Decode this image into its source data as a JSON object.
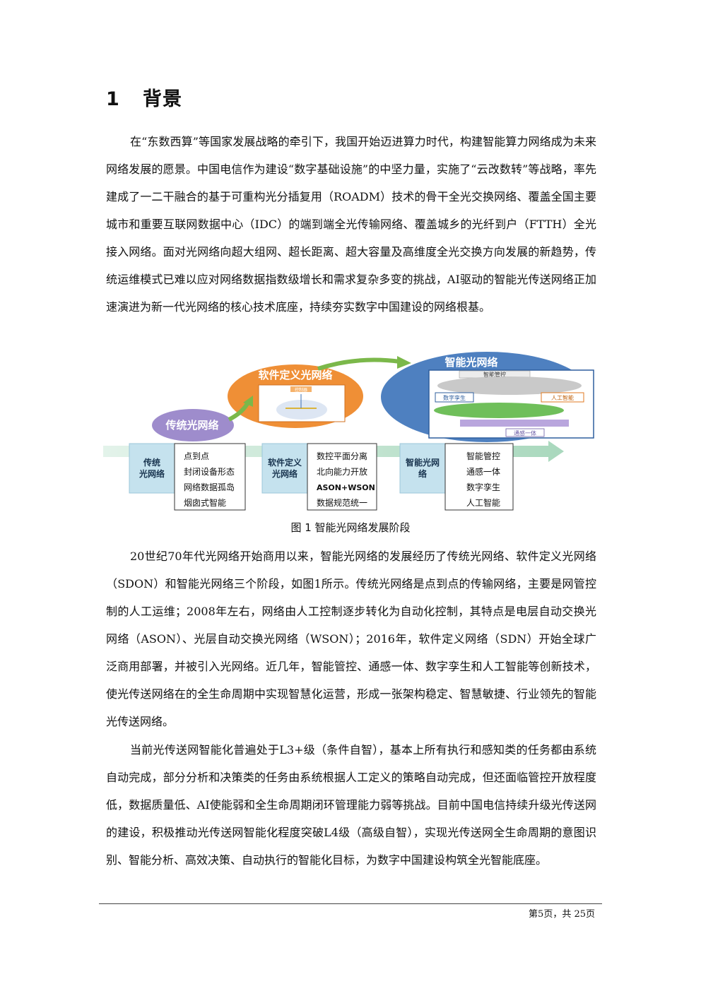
{
  "section": {
    "number": "1",
    "title": "背景"
  },
  "paragraphs": [
    "在“东数西算”等国家发展战略的牵引下，我国开始迈进算力时代，构建智能算力网络成为未来网络发展的愿景。中国电信作为建设“数字基础设施”的中坚力量，实施了“云改数转”等战略，率先建成了一二干融合的基于可重构光分插复用（ROADM）技术的骨干全光交换网络、覆盖全国主要城市和重要互联网数据中心（IDC）的端到端全光传输网络、覆盖城乡的光纤到户（FTTH）全光接入网络。面对光网络向超大组网、超长距离、超大容量及高维度全光交换方向发展的新趋势，传统运维模式已难以应对网络数据指数级增长和需求复杂多变的挑战，AI驱动的智能光传送网络正加速演进为新一代光网络的核心技术底座，持续夯实数字中国建设的网络根基。",
    "20世纪70年代光网络开始商用以来，智能光网络的发展经历了传统光网络、软件定义光网络（SDON）和智能光网络三个阶段，如图1所示。传统光网络是点到点的传输网络，主要是网管控制的人工运维；2008年左右，网络由人工控制逐步转化为自动化控制，其特点是电层自动交换光网络（ASON）、光层自动交换光网络（WSON）；2016年，软件定义网络（SDN）开始全球广泛商用部署，并被引入光网络。近几年，智能管控、通感一体、数字孪生和人工智能等创新技术，使光传送网络在的全生命周期中实现智慧化运营，形成一张架构稳定、智慧敏捷、行业领先的智能光传送网络。",
    "当前光传送网智能化普遍处于L3+级（条件自智），基本上所有执行和感知类的任务都由系统自动完成，部分分析和决策类的任务由系统根据人工定义的策略自动完成，但还面临管控开放程度低，数据质量低、AI使能弱和全生命周期闭环管理能力弱等挑战。目前中国电信持续升级光传送网的建设，积极推动光传送网智能化程度突破L4级（高级自智），实现光传送网全生命周期的意图识别、智能分析、高效决策、自动执行的智能化目标，为数字中国建设构筑全光智能底座。"
  ],
  "figure": {
    "caption": "图 1  智能光网络发展阶段",
    "ellipses": {
      "traditional": "传统光网络",
      "sdon": "软件定义光网络",
      "sdon_inner": "控制器",
      "intelligent": "智能光网络",
      "top_bar": "智能管控",
      "twin": "数字孪生",
      "ai": "人工智能",
      "bottom_bar": "通感一体"
    },
    "stages": [
      {
        "name_line1": "传统",
        "name_line2": "光网络",
        "features": [
          "点到点",
          "封闭设备形态",
          "网络数据孤岛",
          "烟囱式智能"
        ]
      },
      {
        "name_line1": "软件定义",
        "name_line2": "光网络",
        "features": [
          "数控平面分离",
          "北向能力开放",
          "ASON+WSON",
          "数据规范统一"
        ]
      },
      {
        "name_line1": "智能光网",
        "name_line2": "络",
        "features": [
          "智能管控",
          "通感一体",
          "数字孪生",
          "人工智能"
        ]
      }
    ]
  },
  "footer": "第5页，共 25页",
  "colors": {
    "traditional": "#9e8ccc",
    "sdon": "#ef8f36",
    "intelligent": "#4e80c0",
    "stage_box": "#c5e2ee",
    "arrow_band": "#bfe3cf",
    "curve_arrow": "#7bb84a"
  }
}
